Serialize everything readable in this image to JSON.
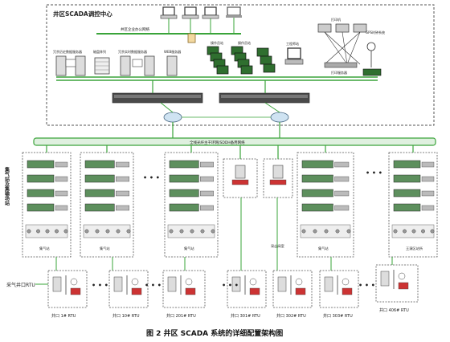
{
  "center": {
    "title": "井区SCADA调控中心",
    "office_network_label": "井区企业办公网络",
    "servers": [
      {
        "label": "冗余历史数据服务器"
      },
      {
        "label": "磁盘阵列"
      },
      {
        "label": "冗余实时数据服务器"
      },
      {
        "label": "WEB服务器"
      }
    ],
    "operator_group_1": "操作员站",
    "operator_group_2": "操作员站",
    "engineer_station": "工程师站",
    "printer_label": "打印机",
    "gps_label": "GPS时钟系统",
    "print_server_label": "打印服务器"
  },
  "backbone": {
    "label": "全线光纤主干环网/SDDH备用网络"
  },
  "left_vertical_label": "集气站及集输场站",
  "stations": [
    {
      "name": "集气站"
    },
    {
      "name": "集气站"
    },
    {
      "name": "集气站"
    },
    {
      "name": ""
    },
    {
      "name": "采出阀室"
    },
    {
      "name": "集气站"
    },
    {
      "name": "王演区站所"
    }
  ],
  "rtu_row_label": "采气井口RTU",
  "rtus": [
    {
      "label": "井口 1# RTU"
    },
    {
      "label": "井口 10# RTU"
    },
    {
      "label": "井口 201# RTU"
    },
    {
      "label": "井口 301# RTU"
    },
    {
      "label": "井口 302# RTU"
    },
    {
      "label": "井口 303# RTU"
    },
    {
      "label": "井口 406# RTU"
    }
  ],
  "ellipsis": "• • •",
  "caption": "图 2  井区 SCADA 系统的详细配置架构图",
  "colors": {
    "line_green": "#3aa43a",
    "switch": "#4a4a4a",
    "screen": "#2f6f2f",
    "box_border": "#555555"
  }
}
